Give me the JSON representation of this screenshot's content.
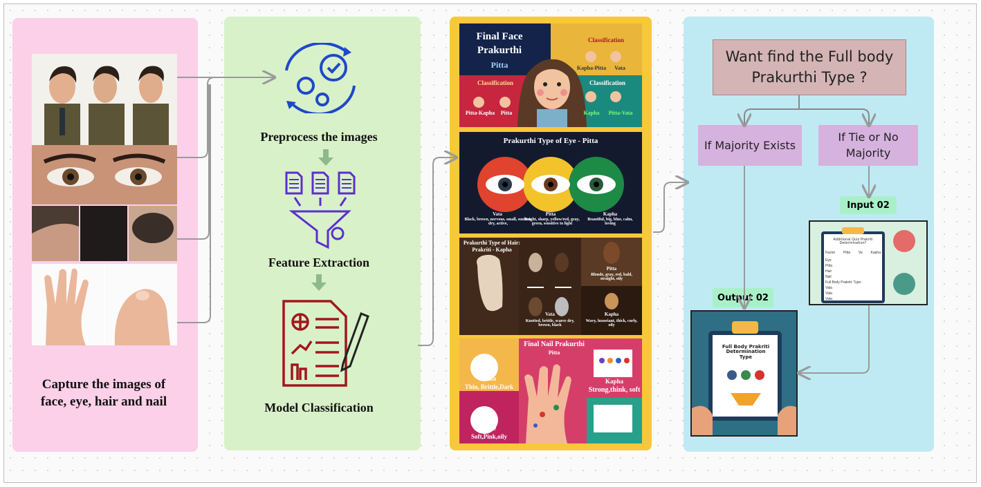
{
  "capture": {
    "label_line1": "Capture the images of",
    "label_line2": "face, eye, hair and nail"
  },
  "pipeline": {
    "preprocess": "Preprocess the images",
    "feature": "Feature Extraction",
    "model": "Model Classification"
  },
  "face": {
    "title1": "Final Face",
    "title2": "Prakurthi",
    "result": "Pitta",
    "cls_top": "Classification",
    "cls_top_a": "Kapha-Pitta",
    "cls_top_b": "Vata",
    "cls_left": "Classification",
    "cls_left_a": "Pitta-Kapha",
    "cls_left_b": "Pitta",
    "cls_right": "Classification",
    "cls_right_a": "Kapha",
    "cls_right_b": "Pitta-Vata"
  },
  "eye": {
    "title": "Prakurthi Type of Eye - Pitta",
    "vata_name": "Vata",
    "vata_desc": "Black, brown, nervous, small, sunken, dry, active,",
    "pitta_name": "Pitta",
    "pitta_desc": "Bright, sharp, yellow/red, gray, green, sensitive to light",
    "kapha_name": "Kapha",
    "kapha_desc": "Beautiful, big, blue, calm, loving"
  },
  "hair": {
    "title1": "Prakurthi Type of Hair:",
    "title2": "Prakriti - Kapha",
    "pitta_name": "Pitta",
    "pitta_desc": "Blonde, gray, red, bald, straight, oily",
    "vata_name": "Vata",
    "vata_desc": "Knotted, brittle, scarce dry, brown, black",
    "kapha_name": "Kapha",
    "kapha_desc": "Wavy, luxuriant, thick, curly, oily"
  },
  "nail": {
    "title": "Final Nail  Prakurthi",
    "result": "Pitta",
    "vata_name": "Vata",
    "vata_desc": "Thin, Brittle,Dark",
    "pitte_name": "Pitte",
    "pitte_desc": "Soft,Pink,oily",
    "kapha_name": "Kapha",
    "kapha_desc": "Strong,think, soft"
  },
  "decision": {
    "question": "Want find the Full body Prakurthi Type ?",
    "majority": "If Majority Exists",
    "tie": "If Tie or No Majority",
    "input_tag": "Input 02",
    "output_tag": "Output 02",
    "input_card": {
      "title": "Additional Quiz Prakriti Determination?",
      "headers": [
        "Factor",
        "Pitta",
        "Va",
        "Kapha"
      ],
      "rows": [
        "Eye",
        "Pitta",
        "Hair",
        "Nail"
      ],
      "footer": "Full Body Prakriti:   Type:",
      "rows2": [
        "Vata",
        "Vata",
        "Vata"
      ]
    },
    "output_card": {
      "title": "Full Body Prakriti Determination Type"
    }
  },
  "colors": {
    "pink": "#fbd0e8",
    "green": "#d8f1c9",
    "yellow": "#f7c83a",
    "blue": "#bfeaf4",
    "purple": "#d6b2de",
    "mauve": "#d4b4b4"
  }
}
